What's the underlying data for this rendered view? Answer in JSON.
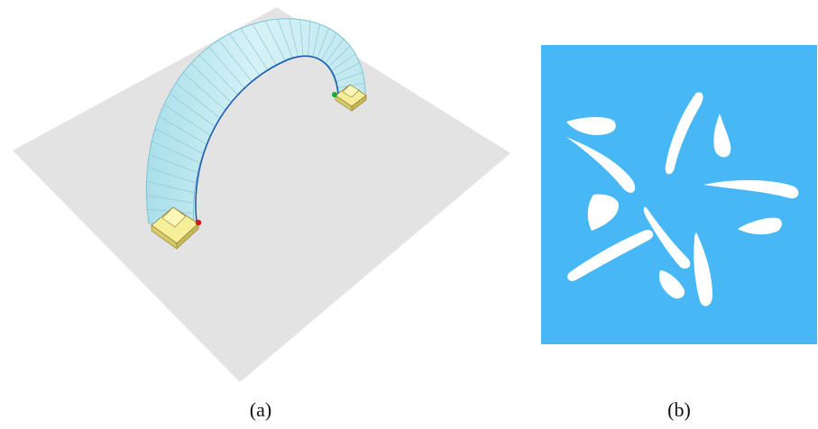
{
  "captions": {
    "a": "(a)",
    "b": "(b)"
  },
  "colors": {
    "ground_plane": "#e3e3e3",
    "arch_fill": "#c7ecf3",
    "arch_edge": "#1f5fb0",
    "arch_hatch": "#93c8d5",
    "support_top": "#f7ee9a",
    "support_side": "#d8c96a",
    "start_point": "#d11a1a",
    "end_point": "#1fa83a",
    "pattern_background": "#47b7f5",
    "pattern_shapes": "#ffffff"
  },
  "figure_a": {
    "elements": [
      "ground-plane",
      "arch-shell",
      "left-support",
      "right-support",
      "start-point",
      "end-point"
    ]
  },
  "figure_b": {
    "elements": [
      "blue-square",
      "white-cutout-shapes"
    ]
  }
}
